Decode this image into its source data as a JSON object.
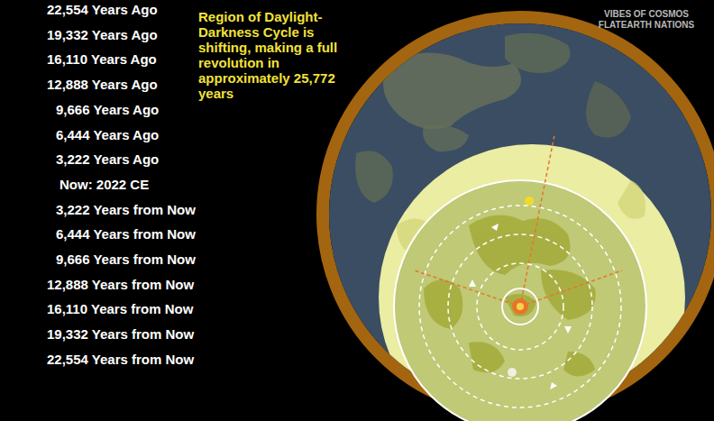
{
  "diagram": {
    "labels": [
      "22,554 Years Ago",
      "19,332 Years Ago",
      "16,110 Years Ago",
      "12,888 Years Ago",
      "9,666 Years Ago",
      "6,444 Years Ago",
      "3,222 Years Ago",
      "Now: 2022 CE",
      "3,222 Years from Now",
      "6,444 Years from Now",
      "9,666 Years from Now",
      "12,888 Years from Now",
      "16,110 Years from Now",
      "19,332 Years from Now",
      "22,554 Years from Now",
      "Region of Daylight-Darkness Cycle is shifting, making a full revolution in approximately 25,772 years",
      "VIBES OF COSMOS FLATEARTH NATIONS"
    ]
  }
}
